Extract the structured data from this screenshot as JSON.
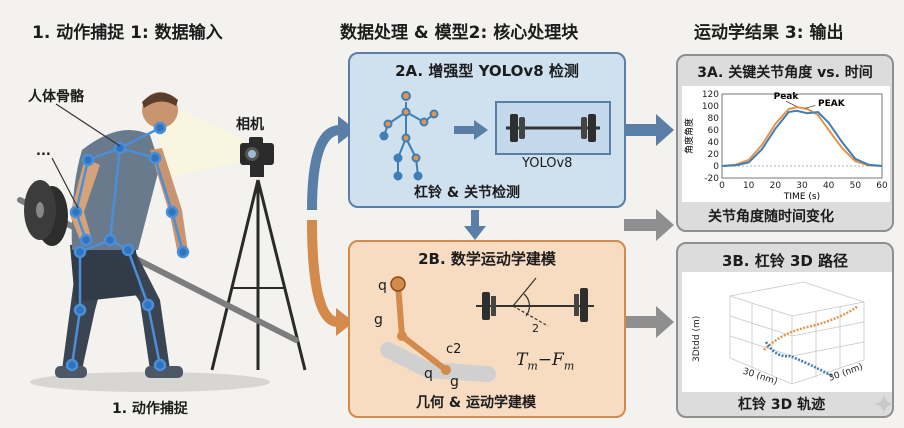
{
  "sections": {
    "s1_title": "1. 动作捕捉 1: 数据输入",
    "s2_title": "数据处理 & 模型2: 核心处理块",
    "s3_title": "运动学结果 3: 输出"
  },
  "input": {
    "skeleton_label": "人体骨骼",
    "ellipsis": "...",
    "camera_label": "相机",
    "caption": "1. 动作捕捉"
  },
  "detection": {
    "header": "2A. 增强型 YOLOv8 检测",
    "model_label": "YOLOv8",
    "caption": "杠铃 & 关节检测"
  },
  "modeling": {
    "header": "2B. 数学运动学建模",
    "labels": {
      "q_top": "q",
      "g_left": "g",
      "c2": "c2",
      "q_bottom": "q",
      "g_bottom": "g",
      "angle": "2"
    },
    "formula": {
      "t": "T",
      "t_sub": "m",
      "minus": "−",
      "f": "F",
      "f_sub": "m"
    },
    "caption": "几何 & 运动学建模"
  },
  "angle_result": {
    "header": "3A. 关键关节角度 vs. 时间",
    "caption": "关节角度随时间变化",
    "chart_data": {
      "type": "line",
      "xlabel": "TIME (s)",
      "ylabel": "角度角度",
      "xlim": [
        0,
        60
      ],
      "ylim": [
        -20,
        120
      ],
      "xticks": [
        0,
        10,
        20,
        30,
        40,
        50,
        60
      ],
      "yticks": [
        -20,
        0,
        20,
        40,
        60,
        80,
        100,
        120
      ],
      "annotations": [
        "Peak",
        "PEAK"
      ],
      "series": [
        {
          "color": "#e8934a",
          "x": [
            0,
            5,
            10,
            15,
            20,
            25,
            28,
            32,
            36,
            40,
            45,
            50,
            55,
            60
          ],
          "y": [
            0,
            2,
            10,
            35,
            70,
            95,
            98,
            95,
            85,
            60,
            30,
            8,
            1,
            0
          ]
        },
        {
          "color": "#3f7fb5",
          "x": [
            0,
            5,
            10,
            15,
            20,
            25,
            28,
            32,
            36,
            40,
            45,
            50,
            55,
            60
          ],
          "y": [
            0,
            1,
            6,
            28,
            62,
            90,
            92,
            88,
            90,
            72,
            40,
            12,
            2,
            0
          ]
        }
      ]
    }
  },
  "path_result": {
    "header": "3B. 杠铃 3D 路径",
    "caption": "杠铃 3D 轨迹",
    "axis_labels": {
      "z": "3Dtdd (m)",
      "x": "30 (nm)",
      "y": "30 (nm)"
    },
    "colors": {
      "path_a": "#e8934a",
      "path_b": "#3f7fb5"
    }
  },
  "colors": {
    "blue": "#5a7fa6",
    "orange": "#d48a4a",
    "gray": "#8f8f8f"
  }
}
